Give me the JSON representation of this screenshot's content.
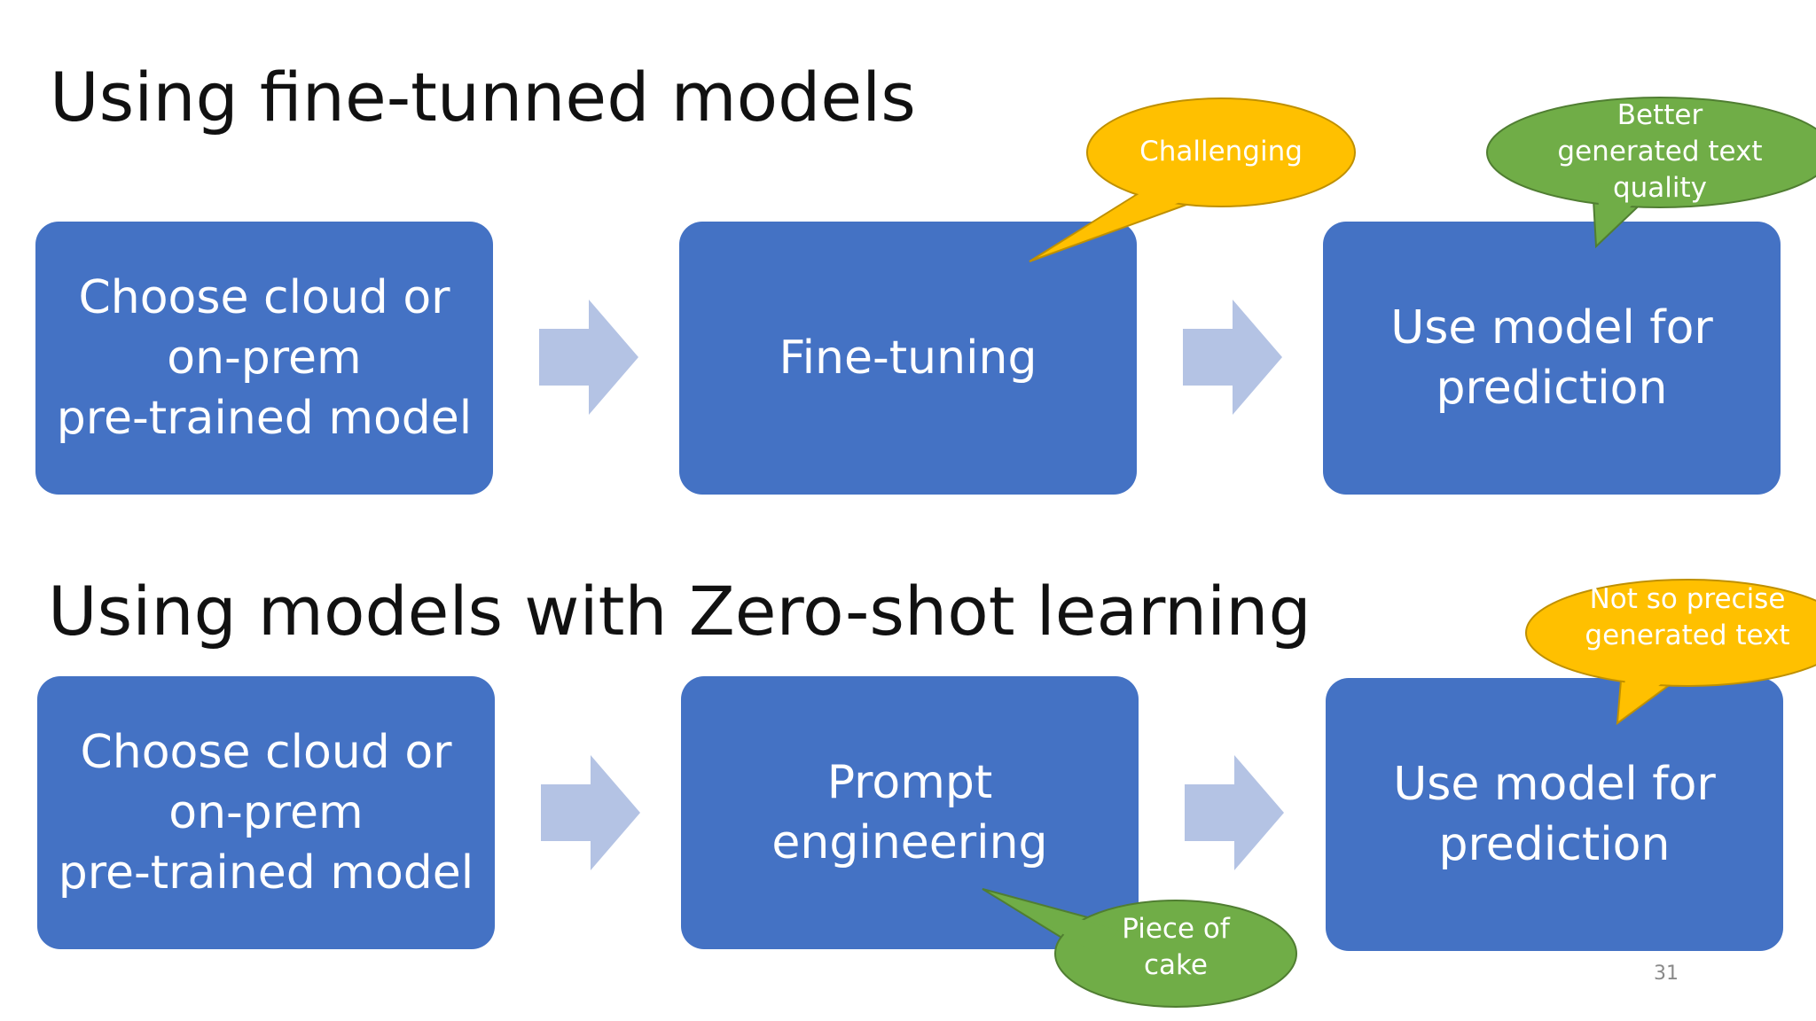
{
  "slide": {
    "heading_1": "Using fine-tunned models",
    "heading_2": "Using models with Zero-shot learning",
    "page_number": "31"
  },
  "row_1": {
    "step_1": "Choose cloud or\non-prem\npre-trained model",
    "step_2": "Fine-tuning",
    "step_3": "Use model for\nprediction"
  },
  "row_2": {
    "step_1": "Choose cloud or\non-prem\npre-trained model",
    "step_2": "Prompt\nengineering",
    "step_3": "Use model for\nprediction"
  },
  "callouts": {
    "challenging": "Challenging",
    "better_quality": "Better\ngenerated text\nquality",
    "not_precise": "Not so precise\ngenerated text",
    "piece_of_cake": "Piece of\ncake"
  },
  "colors": {
    "box_blue": "#4472c4",
    "arrow_blue": "#b4c3e4",
    "callout_yellow": "#ffc000",
    "callout_yellow_border": "#bf9000",
    "callout_green": "#70ad47",
    "callout_green_border": "#507e32"
  }
}
